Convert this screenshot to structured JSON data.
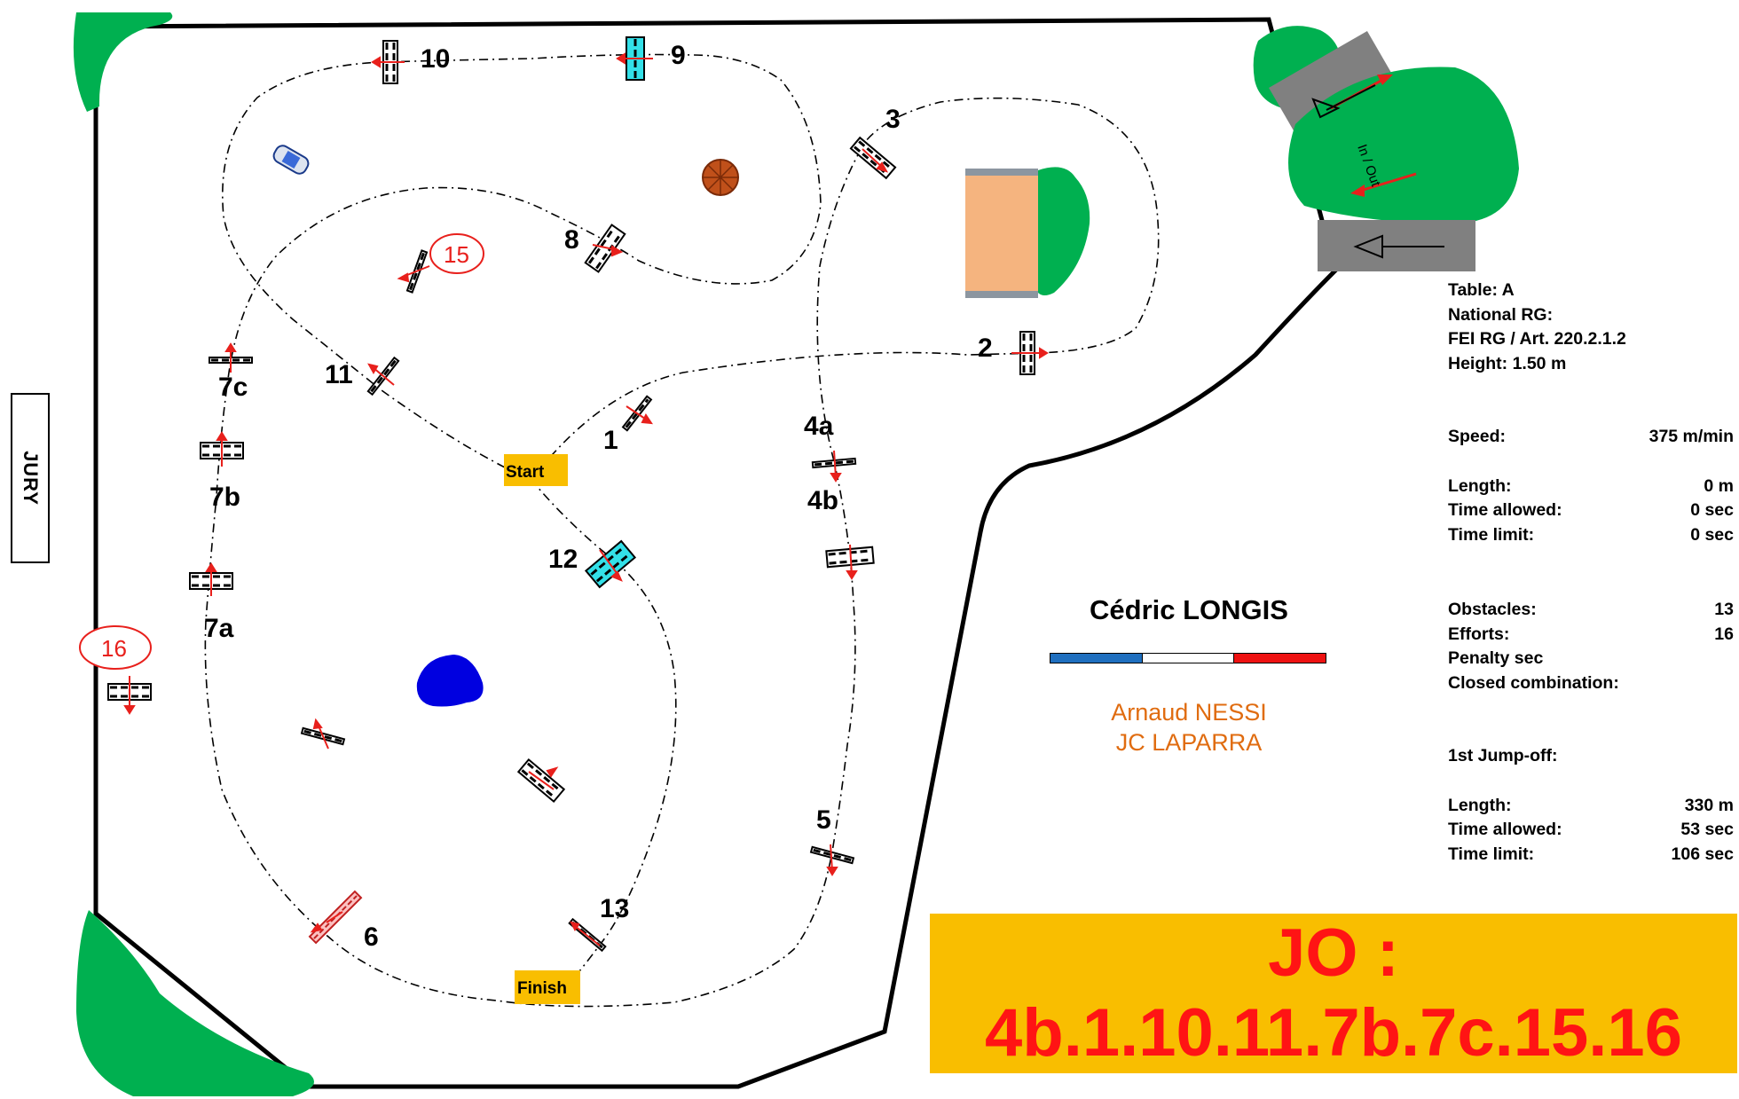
{
  "jury_label": "JURY",
  "in_out_label": "In / Out",
  "start_label": "Start",
  "finish_label": "Finish",
  "obstacles": [
    {
      "number": "1",
      "label": "1"
    },
    {
      "number": "2",
      "label": "2"
    },
    {
      "number": "3",
      "label": "3"
    },
    {
      "number": "4a",
      "label": "4a"
    },
    {
      "number": "4b",
      "label": "4b"
    },
    {
      "number": "5",
      "label": "5"
    },
    {
      "number": "6",
      "label": "6"
    },
    {
      "number": "7a",
      "label": "7a"
    },
    {
      "number": "7b",
      "label": "7b"
    },
    {
      "number": "7c",
      "label": "7c"
    },
    {
      "number": "8",
      "label": "8"
    },
    {
      "number": "9",
      "label": "9"
    },
    {
      "number": "10",
      "label": "10"
    },
    {
      "number": "11",
      "label": "11"
    },
    {
      "number": "12",
      "label": "12"
    },
    {
      "number": "13",
      "label": "13"
    },
    {
      "number": "15",
      "label": "15"
    },
    {
      "number": "16",
      "label": "16"
    }
  ],
  "course_info": {
    "table": "Table: A",
    "national_rg": "National RG:",
    "fei_rg": "FEI RG / Art. 220.2.1.2",
    "height": "Height: 1.50  m",
    "speed_label": "Speed:",
    "speed_value": "375  m/min",
    "length_label": "Length:",
    "length_value": "0    m",
    "time_allowed_label": "Time allowed:",
    "time_allowed_value": "0  sec",
    "time_limit_label": "Time limit:",
    "time_limit_value": "0  sec",
    "obstacles_label": "Obstacles:",
    "obstacles_value": "13",
    "efforts_label": "Efforts:",
    "efforts_value": "16",
    "penalty_label": "Penalty sec",
    "closed_combination_label": "Closed combination:",
    "jumpoff_title": "1st Jump-off:",
    "jumpoff_length_label": "Length:",
    "jumpoff_length_value": "330    m",
    "jumpoff_time_allowed_label": "Time allowed:",
    "jumpoff_time_allowed_value": "53  sec",
    "jumpoff_time_limit_label": "Time limit:",
    "jumpoff_time_limit_value": "106  sec"
  },
  "designer": "Cédric LONGIS",
  "assistants": [
    "Arnaud NESSI",
    "JC LAPARRA"
  ],
  "jumpoff_banner": {
    "line1": "JO :",
    "line2": "4b.1.10.11.7b.7c.15.16"
  },
  "colors": {
    "grass": "#00b050",
    "fence": "#000000",
    "arrow": "#e8201c",
    "water_tray": "#0000e0",
    "banner_bg": "#f9be00",
    "banner_text": "#ff1414",
    "start_finish": "#f9be00",
    "assistant_text": "#e06c10",
    "liverpool": "#33e0e8",
    "flag_blue": "#1f6fbf",
    "flag_red": "#ee1111"
  }
}
